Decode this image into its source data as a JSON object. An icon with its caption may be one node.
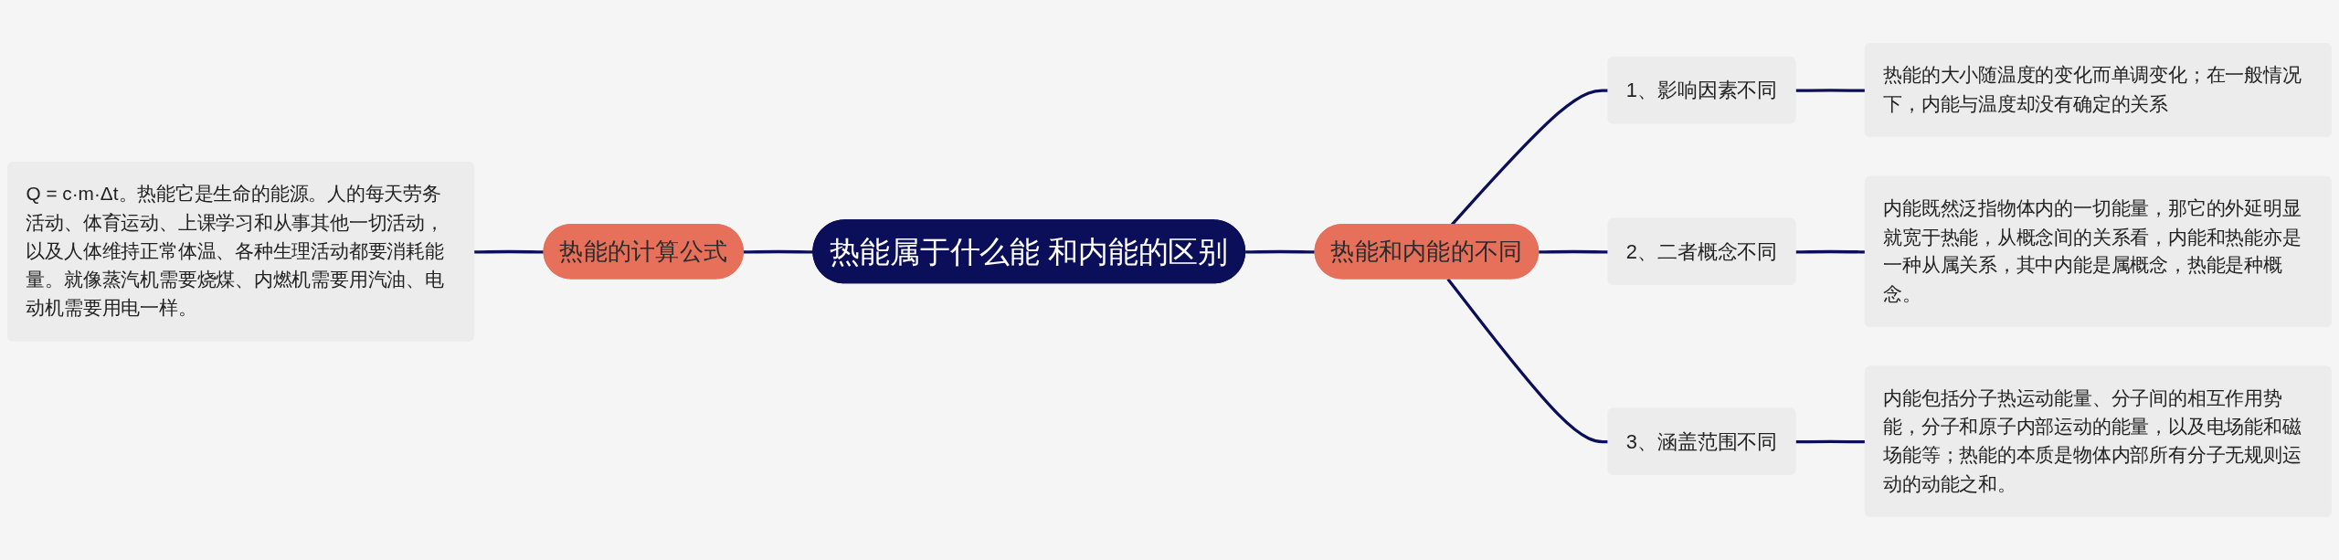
{
  "diagram": {
    "nodes": [
      {
        "text": [
          "热能属于什么能 和内能的区别"
        ]
      },
      {
        "text": [
          "热能的计算公式"
        ]
      },
      {
        "text": [
          "Q = c·m·Δt。热能它是生命的能源。人的每天劳务活动、体育运动、上课学习和从事其他一切活动，以及人体维持正常体温、各种生理活动都要消耗能量。就像蒸汽机需要烧煤、内燃机需要用汽油、电动机需要用电一样。"
        ]
      },
      {
        "text": [
          "热能和内能的不同"
        ]
      },
      {
        "text": [
          "1、影响因素不同"
        ]
      },
      {
        "text": [
          "热能的大小随温度的变化而单调变化；在一般情况下，内能与温度却没有确定的关系"
        ]
      },
      {
        "text": [
          "2、二者概念不同"
        ]
      },
      {
        "text": [
          "内能既然泛指物体内的一切能量，那它的外延明显就宽于热能，从概念间的关系看，内能和热能亦是一种从属关系，其中内能是属概念，热能是种概念。"
        ]
      },
      {
        "text": [
          "3、涵盖范围不同"
        ]
      },
      {
        "text": [
          "内能包括分子热运动能量、分子间的相互作用势能，分子和原子内部运动的能量，以及电场能和磁场能等；热能的本质是物体内部所有分子无规则运动的动能之和。"
        ]
      }
    ],
    "edges": [
      {
        "from": 2,
        "to": 1,
        "arrow": "none"
      },
      {
        "from": 1,
        "to": 0,
        "arrow": "none"
      },
      {
        "from": 0,
        "to": 3,
        "arrow": "none"
      },
      {
        "from": 3,
        "to": 4,
        "arrow": "none"
      },
      {
        "from": 4,
        "to": 5,
        "arrow": "none"
      },
      {
        "from": 3,
        "to": 6,
        "arrow": "none"
      },
      {
        "from": 6,
        "to": 7,
        "arrow": "none"
      },
      {
        "from": 3,
        "to": 8,
        "arrow": "none"
      },
      {
        "from": 8,
        "to": 9,
        "arrow": "none"
      }
    ]
  }
}
